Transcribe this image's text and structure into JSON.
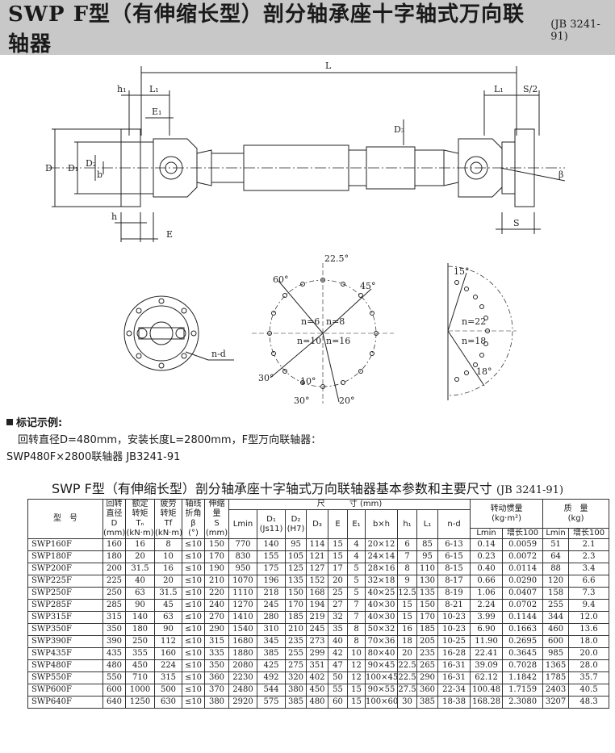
{
  "title": {
    "main": "SWP  F型（有伸缩长型）剖分轴承座十字轴式万向联轴器",
    "standard": "(JB 3241-91)"
  },
  "drawing_labels": {
    "L": "L",
    "h1": "h₁",
    "L1": "L₁",
    "E1": "E₁",
    "S2": "S/2",
    "D": "D",
    "D1": "D₁",
    "D2": "D₂",
    "b": "b",
    "h": "h",
    "E": "E",
    "S": "S",
    "D3": "D₃",
    "beta": "β",
    "nd": "n-d",
    "a225": "22.5°",
    "a60": "60°",
    "a45": "45°",
    "n6": "n=6",
    "n8": "n=8",
    "n10": "n=10",
    "n16": "n=16",
    "a30a": "30°",
    "a10": "10°",
    "a30b": "30°",
    "a20": "20°",
    "a15": "15°",
    "n22": "n=22",
    "n18": "n=18",
    "a18": "18°"
  },
  "example": {
    "heading": "标记示例:",
    "line1": "回转直径D=480mm，安装长度L=2800mm，F型万向联轴器：",
    "line2": "SWP480F×2800联轴器 JB3241-91"
  },
  "table_title": {
    "main": "SWP  F型（有伸缩长型）剖分轴承座十字轴式万向联轴器基本参数和主要尺寸",
    "standard": "(JB 3241-91)"
  },
  "table_headers": {
    "model": "型　号",
    "rot_dia": [
      "回转",
      "直径",
      "D",
      "(mm)"
    ],
    "rated_torque": [
      "额定",
      "转矩",
      "Tₙ",
      "(kN·m)"
    ],
    "fatigue_torque": [
      "疲劳",
      "转矩",
      "Tf",
      "(kN·m)"
    ],
    "angle": [
      "轴线",
      "折角",
      "β",
      "(°)"
    ],
    "stretch": [
      "伸缩量",
      "S",
      "(mm)"
    ],
    "dims": "尺　　　寸 (mm)",
    "Lmin": "Lmin",
    "D1": [
      "D₁",
      "(Js11)"
    ],
    "D2": [
      "D₂",
      "(H7)"
    ],
    "D3": "D₃",
    "E": "E",
    "E1": "E₁",
    "bh": "b×h",
    "h1": "h₁",
    "L1": "L₁",
    "nd": "n-d",
    "inertia": "转动惯量",
    "inertia_unit": "(kg·m²)",
    "mass": "质　量",
    "mass_unit": "(kg)",
    "inc100": "增长100"
  },
  "rows": [
    [
      "SWP160F",
      "160",
      "16",
      "8",
      "≤10",
      "150",
      "770",
      "140",
      "95",
      "114",
      "15",
      "4",
      "20×12",
      "6",
      "85",
      "6-13",
      "0.14",
      "0.0059",
      "51",
      "2.1"
    ],
    [
      "SWP180F",
      "180",
      "20",
      "10",
      "≤10",
      "170",
      "830",
      "155",
      "105",
      "121",
      "15",
      "4",
      "24×14",
      "7",
      "95",
      "6-15",
      "0.23",
      "0.0072",
      "64",
      "2.3"
    ],
    [
      "SWP200F",
      "200",
      "31.5",
      "16",
      "≤10",
      "190",
      "950",
      "175",
      "125",
      "127",
      "17",
      "5",
      "28×16",
      "8",
      "110",
      "8-15",
      "0.40",
      "0.0114",
      "88",
      "3.4"
    ],
    [
      "SWP225F",
      "225",
      "40",
      "20",
      "≤10",
      "210",
      "1070",
      "196",
      "135",
      "152",
      "20",
      "5",
      "32×18",
      "9",
      "130",
      "8-17",
      "0.66",
      "0.0290",
      "120",
      "6.6"
    ],
    [
      "SWP250F",
      "250",
      "63",
      "31.5",
      "≤10",
      "220",
      "1110",
      "218",
      "150",
      "168",
      "25",
      "5",
      "40×25",
      "12.5",
      "135",
      "8-19",
      "1.06",
      "0.0407",
      "158",
      "7.3"
    ],
    [
      "SWP285F",
      "285",
      "90",
      "45",
      "≤10",
      "240",
      "1270",
      "245",
      "170",
      "194",
      "27",
      "7",
      "40×30",
      "15",
      "150",
      "8-21",
      "2.24",
      "0.0702",
      "255",
      "9.4"
    ],
    [
      "SWP315F",
      "315",
      "140",
      "63",
      "≤10",
      "270",
      "1410",
      "280",
      "185",
      "219",
      "32",
      "7",
      "40×30",
      "15",
      "170",
      "10-23",
      "3.99",
      "0.1144",
      "344",
      "12.0"
    ],
    [
      "SWP350F",
      "350",
      "180",
      "90",
      "≤10",
      "290",
      "1540",
      "310",
      "210",
      "245",
      "35",
      "8",
      "50×32",
      "16",
      "185",
      "10-23",
      "6.90",
      "0.1663",
      "460",
      "13.6"
    ],
    [
      "SWP390F",
      "390",
      "250",
      "112",
      "≤10",
      "315",
      "1680",
      "345",
      "235",
      "273",
      "40",
      "8",
      "70×36",
      "18",
      "205",
      "10-25",
      "11.90",
      "0.2695",
      "600",
      "18.0"
    ],
    [
      "SWP435F",
      "435",
      "355",
      "160",
      "≤10",
      "335",
      "1880",
      "385",
      "255",
      "299",
      "42",
      "10",
      "80×40",
      "20",
      "235",
      "16-28",
      "22.41",
      "0.3645",
      "985",
      "20.0"
    ],
    [
      "SWP480F",
      "480",
      "450",
      "224",
      "≤10",
      "350",
      "2080",
      "425",
      "275",
      "351",
      "47",
      "12",
      "90×45",
      "22.5",
      "265",
      "16-31",
      "39.09",
      "0.7028",
      "1365",
      "28.0"
    ],
    [
      "SWP550F",
      "550",
      "710",
      "315",
      "≤10",
      "360",
      "2230",
      "492",
      "320",
      "402",
      "50",
      "12",
      "100×45",
      "22.5",
      "290",
      "16-31",
      "62.12",
      "1.1842",
      "1785",
      "35.7"
    ],
    [
      "SWP600F",
      "600",
      "1000",
      "500",
      "≤10",
      "370",
      "2480",
      "544",
      "380",
      "450",
      "55",
      "15",
      "90×55",
      "27.5",
      "360",
      "22-34",
      "100.48",
      "1.7159",
      "2403",
      "40.5"
    ],
    [
      "SWP640F",
      "640",
      "1250",
      "630",
      "≤10",
      "380",
      "2920",
      "575",
      "385",
      "480",
      "60",
      "15",
      "100×60",
      "30",
      "385",
      "18-38",
      "168.28",
      "2.3080",
      "3207",
      "48.3"
    ]
  ]
}
